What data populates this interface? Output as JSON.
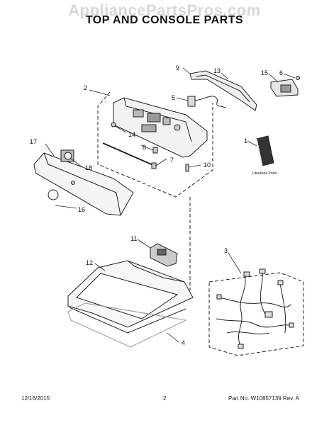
{
  "header": {
    "watermark": "AppliancePartsPros.com",
    "title": "TOP AND CONSOLE PARTS"
  },
  "callouts": {
    "c1": "1",
    "c2": "2",
    "c3": "3",
    "c4": "4",
    "c5": "5",
    "c6": "6",
    "c7": "7",
    "c8": "8",
    "c9": "9",
    "c10": "10",
    "c11": "11",
    "c12": "12",
    "c13": "13",
    "c14": "14",
    "c15": "15",
    "c16": "16",
    "c17": "17",
    "c18": "18"
  },
  "literature_label": "Literature Parts",
  "footer": {
    "date": "12/16/2015",
    "page": "2",
    "part_no": "Part No.  W10857139  Rev.  A"
  }
}
